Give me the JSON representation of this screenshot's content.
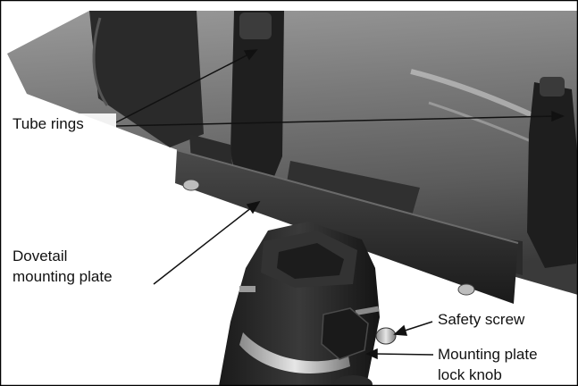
{
  "figure": {
    "labels": {
      "tube_rings": "Tube rings",
      "dovetail_line1": "Dovetail",
      "dovetail_line2": "mounting plate",
      "safety_screw": "Safety screw",
      "lock_knob_line1": "Mounting plate",
      "lock_knob_line2": "lock knob"
    },
    "colors": {
      "tube": "#6e6e6e",
      "ring": "#1f1f1f",
      "plate": "#2a2a2a",
      "mount": "#262626",
      "ink": "#111111"
    }
  }
}
